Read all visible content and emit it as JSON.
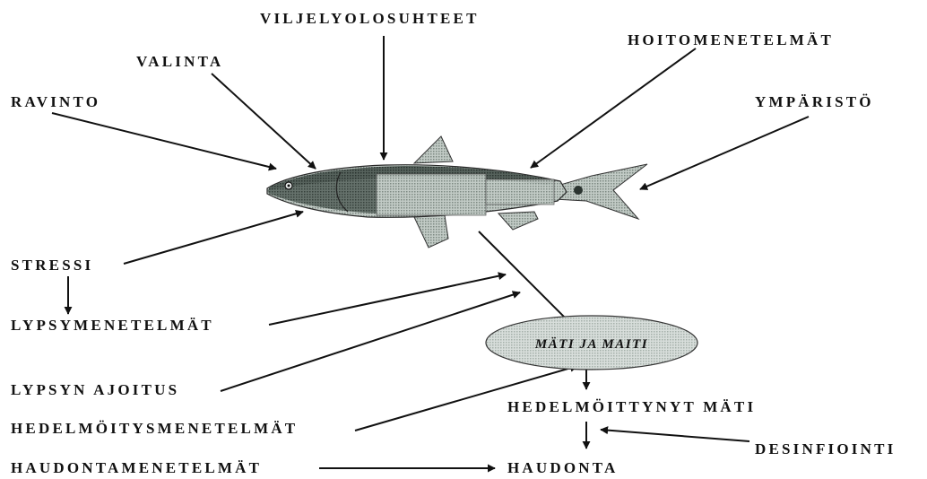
{
  "labels": {
    "viljelyolosuhteet": "VILJELYOLOSUHTEET",
    "hoitomenetelmat": "HOITOMENETELMÄT",
    "valinta": "VALINTA",
    "ravinto": "RAVINTO",
    "ymparisto": "YMPÄRISTÖ",
    "stressi": "STRESSI",
    "lypsymenetelmat": "LYPSYMENETELMÄT",
    "lypsyn_ajoitus": "LYPSYN AJOITUS",
    "hedelmoitysmenetelmat": "HEDELMÖITYSMENETELMÄT",
    "haudontamenetelmat": "HAUDONTAMENETELMÄT",
    "mati_ja_maiti": "MÄTI JA MAITI",
    "hedelmoittynyt_mati": "HEDELMÖITTYNYT MÄTI",
    "desinfiointi": "DESINFIOINTI",
    "haudonta": "HAUDONTA"
  },
  "colors": {
    "ink": "#111111",
    "fish_dark": "#3f4a45",
    "fish_mid": "#8c9a92",
    "fish_light": "#c9d1cc",
    "oval_fill": "#cfd6d2"
  },
  "icons": [
    "fish-illustration",
    "arrow-icons"
  ]
}
